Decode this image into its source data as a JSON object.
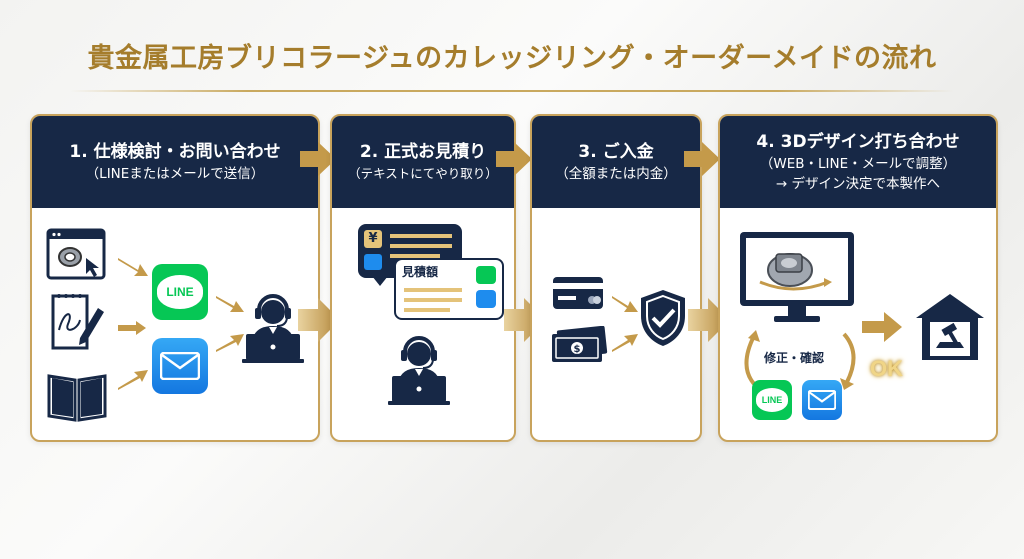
{
  "title": "貴金属工房ブリコラージュのカレッジリング・オーダーメイドの流れ",
  "colors": {
    "navy": "#172846",
    "gold": "#c8a35c",
    "line_green": "#06c755",
    "mail_blue": "#1e8cee"
  },
  "steps": [
    {
      "heading": "1. 仕様検討・お問い合わせ",
      "sub": "（LINEまたはメールで送信）"
    },
    {
      "heading": "2. 正式お見積り",
      "sub": "（テキストにてやり取り）"
    },
    {
      "heading": "3. ご入金",
      "sub": "（全額または内金）"
    },
    {
      "heading": "4. 3Dデザイン打ち合わせ",
      "sub": "（WEB・LINE・メールで調整）",
      "sub2": "→ デザイン決定で本製作へ"
    }
  ],
  "labels": {
    "line_badge": "LINE",
    "estimate": "見積額",
    "currency": "¥",
    "revise_confirm": "修正・確認",
    "ok": "OK"
  },
  "icons": [
    "browser-ring-icon",
    "sketch-pencil-icon",
    "book-icon",
    "line-icon",
    "mail-icon",
    "operator-icon",
    "credit-card-icon",
    "cash-icon",
    "shield-check-icon",
    "monitor-ring-icon",
    "workshop-icon"
  ]
}
